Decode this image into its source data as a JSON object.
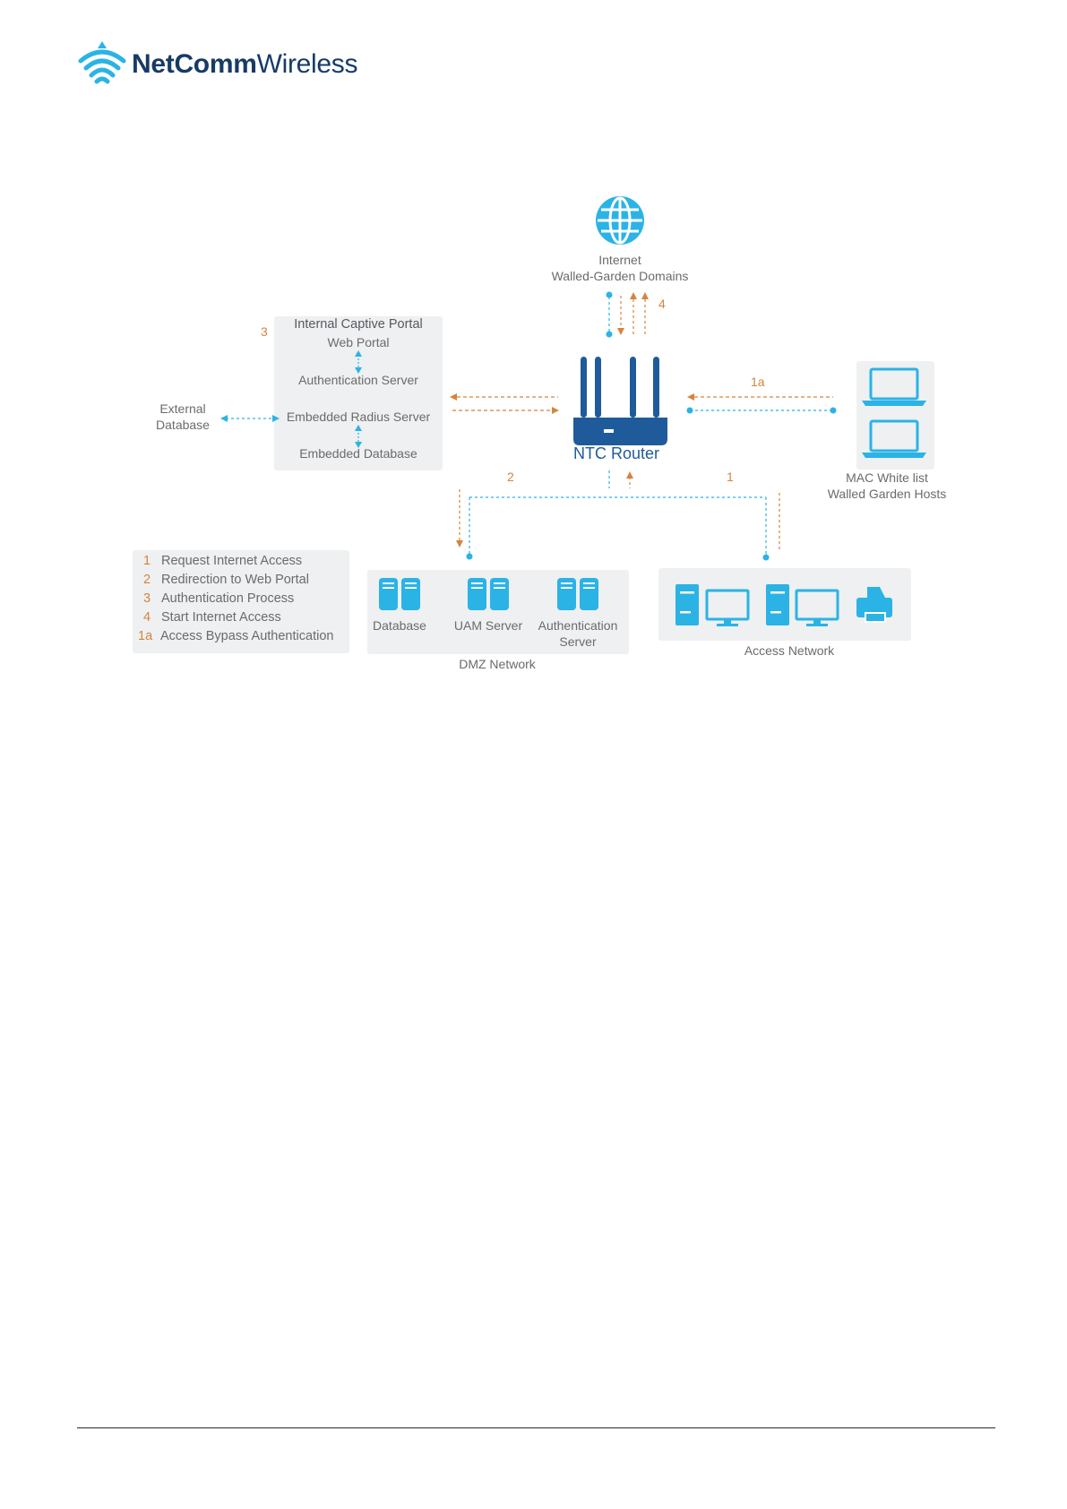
{
  "header": {
    "logo_bold": "NetComm",
    "logo_light": "Wireless"
  },
  "diagram": {
    "internet": {
      "line1": "Internet",
      "line2": "Walled-Garden Domains"
    },
    "portal": {
      "title": "Internal Captive Portal",
      "web_portal": "Web Portal",
      "auth_server": "Authentication Server",
      "radius_server": "Embedded Radius Server",
      "embedded_db": "Embedded Database"
    },
    "external_db": {
      "line1": "External",
      "line2": "Database"
    },
    "router": {
      "label": "NTC Router"
    },
    "mac": {
      "line1": "MAC White list",
      "line2": "Walled Garden Hosts"
    },
    "step_labels": {
      "s3": "3",
      "s4": "4",
      "s1a": "1a",
      "s2": "2",
      "s1": "1"
    },
    "dmz": {
      "label": "DMZ Network",
      "database": "Database",
      "uam": "UAM Server",
      "auth_line1": "Authentication",
      "auth_line2": "Server"
    },
    "access": {
      "label": "Access Network"
    },
    "legend": [
      {
        "num": "1",
        "text": "Request Internet Access"
      },
      {
        "num": "2",
        "text": "Redirection to Web Portal"
      },
      {
        "num": "3",
        "text": "Authentication Process"
      },
      {
        "num": "4",
        "text": "Start Internet Access"
      },
      {
        "num": "1a",
        "text": "Access Bypass Authentication"
      }
    ],
    "colors": {
      "blue": "#2bb3e6",
      "dark_blue": "#1f5b9b",
      "orange": "#d5843f",
      "box_bg": "#eef0f1"
    }
  }
}
